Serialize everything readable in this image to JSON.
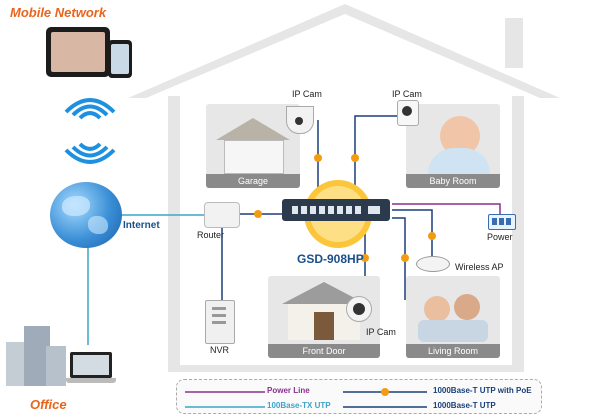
{
  "labels": {
    "mobile_network": "Mobile Network",
    "office": "Office",
    "internet": "Internet",
    "router": "Router",
    "nvr": "NVR",
    "ip_cam_1": "IP Cam",
    "ip_cam_2": "IP Cam",
    "ip_cam_3": "IP Cam",
    "wireless_ap": "Wireless AP",
    "power": "Power",
    "product": "GSD-908HP"
  },
  "rooms": {
    "garage": "Garage",
    "baby_room": "Baby Room",
    "front_door": "Front Door",
    "living_room": "Living Room"
  },
  "legend": {
    "power_line": "Power Line",
    "fast_ethernet": "100Base-TX UTP",
    "poe": "1000Base-T UTP with PoE",
    "gigabit": "1000Base-T UTP"
  },
  "colors": {
    "power_line": "#8b2f8f",
    "fast_ethernet": "#3aa5c9",
    "gigabit": "#1a3f7a",
    "poe_node": "#f39c12",
    "title_orange": "#e8651c"
  },
  "icons": [
    "tablet-icon",
    "phone-icon",
    "wifi-icon",
    "globe-icon",
    "router-icon",
    "switch-icon",
    "nvr-icon",
    "ip-camera-icon",
    "access-point-icon",
    "power-strip-icon",
    "laptop-icon",
    "office-building-icon",
    "house-outline-icon"
  ]
}
